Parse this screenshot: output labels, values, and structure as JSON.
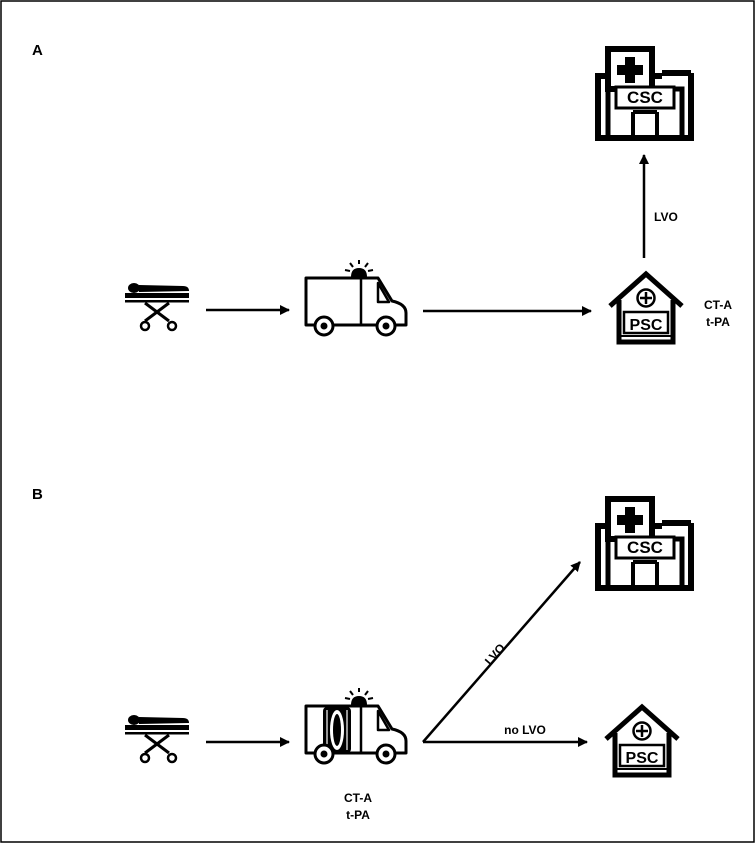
{
  "panels": [
    {
      "label": "A",
      "csc_text": "CSC",
      "psc_text": "PSC",
      "psc_notes": [
        "CT-A",
        "t-PA"
      ],
      "lvo_label": "LVO"
    },
    {
      "label": "B",
      "csc_text": "CSC",
      "psc_text": "PSC",
      "ambulance_notes": [
        "CT-A",
        "t-PA"
      ],
      "lvo_label": "LVO",
      "no_lvo_label": "no LVO"
    }
  ],
  "colors": {
    "ink": "#000000",
    "background": "#ffffff"
  },
  "icons": [
    "stretcher-patient-icon",
    "ambulance-icon",
    "mobile-stroke-unit-icon",
    "hospital-csc-icon",
    "hospital-psc-icon"
  ]
}
